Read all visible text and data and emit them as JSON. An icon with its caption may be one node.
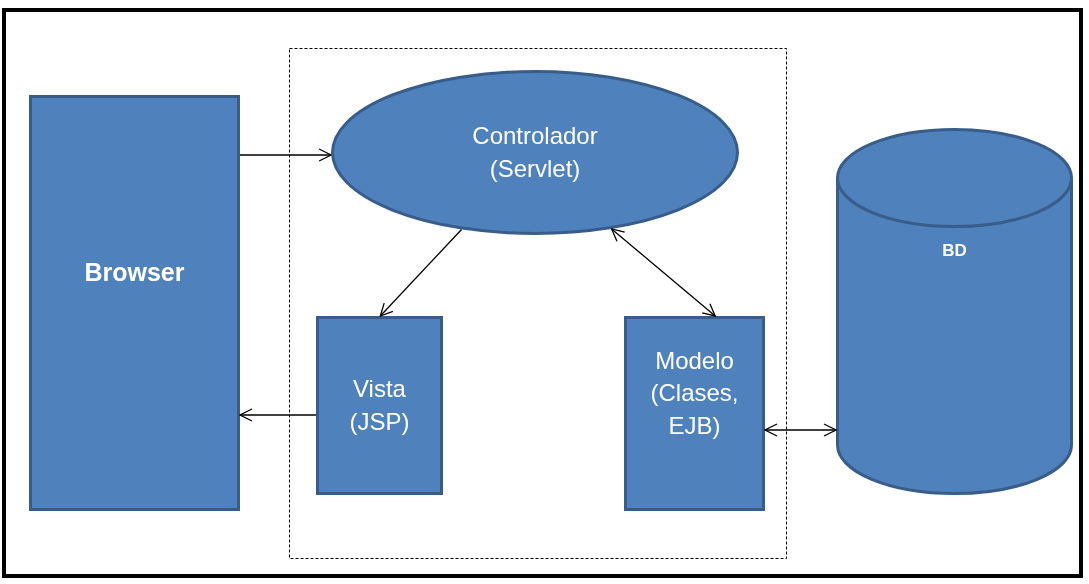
{
  "diagram": {
    "nodes": [
      {
        "text": [],
        "shape": "box"
      },
      {
        "text": [
          "Browser"
        ]
      },
      {
        "text": [
          "Controlador (Servlet)"
        ],
        "in": 0
      },
      {
        "text": [
          "Vista (JSP)"
        ],
        "in": 0
      },
      {
        "text": [
          "Modelo (Clases, EJB)"
        ],
        "in": 0
      },
      {
        "text": [
          "BD"
        ]
      }
    ],
    "edges": [
      {
        "from": 1,
        "to": 2,
        "arrow": "to"
      },
      {
        "from": 2,
        "to": 3,
        "arrow": "to"
      },
      {
        "from": 2,
        "to": 4,
        "arrow": "both"
      },
      {
        "from": 3,
        "to": 1,
        "arrow": "to"
      },
      {
        "from": 4,
        "to": 5,
        "arrow": "both"
      }
    ]
  }
}
